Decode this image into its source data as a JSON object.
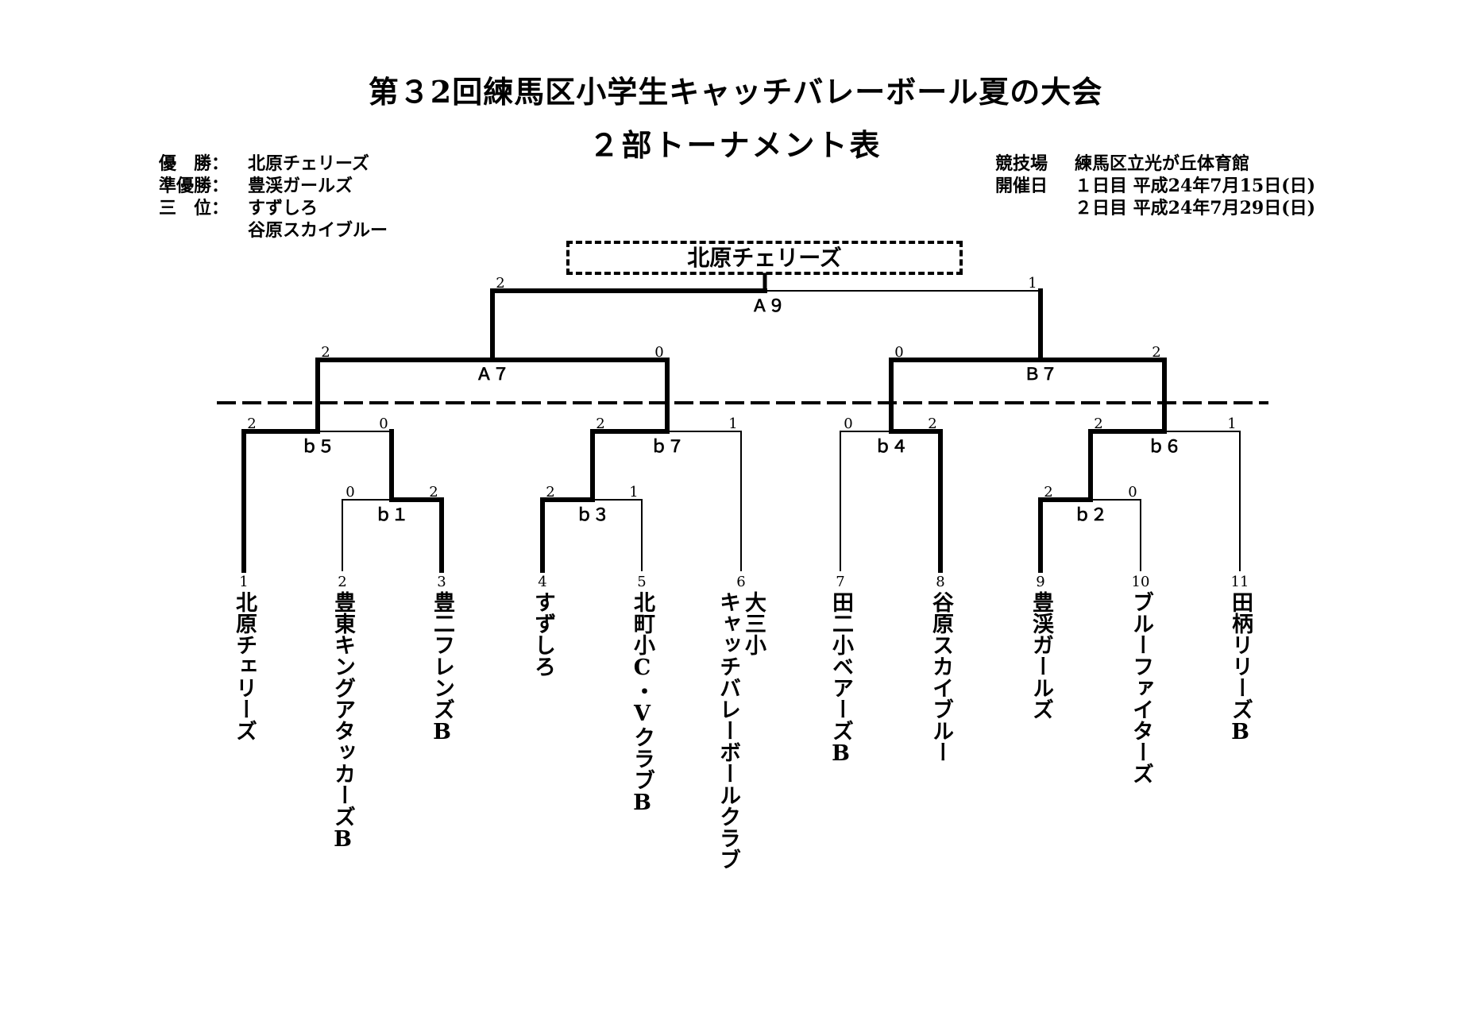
{
  "title": "第３2回練馬区小学生キャッチバレーボール夏の大会",
  "subtitle": "２部トーナメント表",
  "results": {
    "champion_label": "優　勝：",
    "champion": "北原チェリーズ",
    "runnerup_label": "準優勝：",
    "runnerup": "豊渓ガールズ",
    "third_label": "三　位：",
    "third_1": "すずしろ",
    "third_2": "谷原スカイブルー"
  },
  "venue": {
    "venue_label": "競技場",
    "venue": "練馬区立光が丘体育館",
    "dates_label": "開催日",
    "day1": "１日目 平成24年7月15日(日)",
    "day2": "２日目 平成24年7月29日(日)"
  },
  "champion_box": "北原チェリーズ",
  "teams": [
    {
      "num": "1",
      "name": "北原チェリーズ"
    },
    {
      "num": "2",
      "name": "豊東キングアタッカーズB"
    },
    {
      "num": "3",
      "name": "豊二フレンズB"
    },
    {
      "num": "4",
      "name": "すずしろ"
    },
    {
      "num": "5",
      "name": "北町小C・VクラブB"
    },
    {
      "num": "6",
      "name_line1": "大三小",
      "name_line2": "キャッチバレーボールクラブ"
    },
    {
      "num": "7",
      "name": "田二小ベアーズB"
    },
    {
      "num": "8",
      "name": "谷原スカイブルー"
    },
    {
      "num": "9",
      "name": "豊渓ガールズ"
    },
    {
      "num": "10",
      "name": "ブルーファイターズ"
    },
    {
      "num": "11",
      "name": "田柄リリーズB"
    }
  ],
  "matches": {
    "b1": {
      "label": "ｂ１",
      "left_score": "0",
      "right_score": "2"
    },
    "b2": {
      "label": "ｂ２",
      "left_score": "2",
      "right_score": "0"
    },
    "b3": {
      "label": "ｂ３",
      "left_score": "2",
      "right_score": "1"
    },
    "b4": {
      "label": "ｂ４",
      "left_score": "0",
      "right_score": "2"
    },
    "b5": {
      "label": "ｂ５",
      "left_score": "2",
      "right_score": "0"
    },
    "b6": {
      "label": "ｂ６",
      "left_score": "2",
      "right_score": "1"
    },
    "b7": {
      "label": "ｂ７",
      "left_score": "2",
      "right_score": "1"
    },
    "A7": {
      "label": "Ａ７",
      "left_score": "2",
      "right_score": "0"
    },
    "B7": {
      "label": "Ｂ７",
      "left_score": "0",
      "right_score": "2"
    },
    "A9": {
      "label": "Ａ９",
      "left_score": "2",
      "right_score": "1"
    }
  }
}
